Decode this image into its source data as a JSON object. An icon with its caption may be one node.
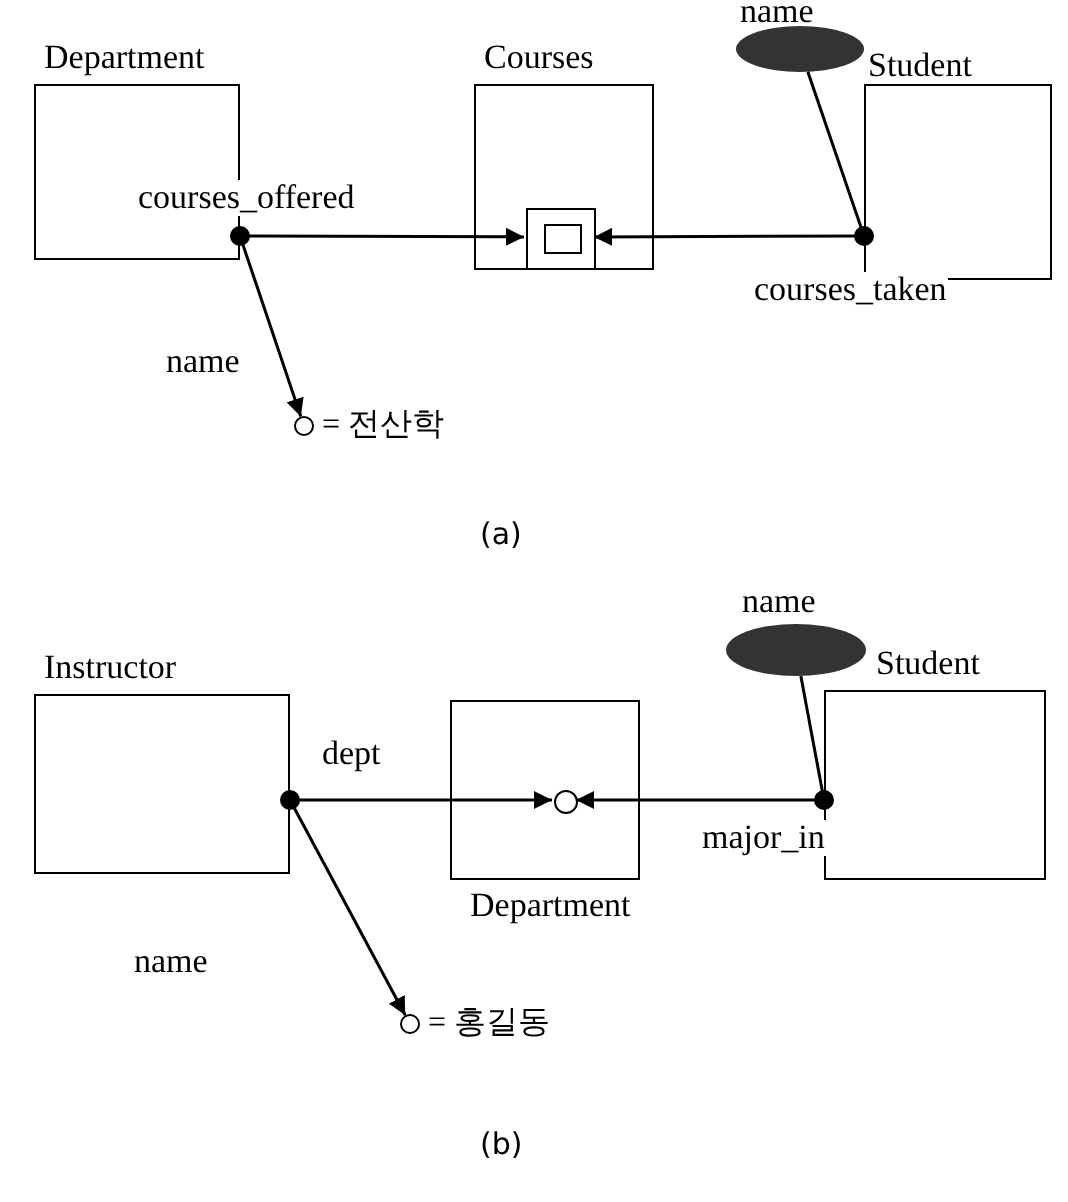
{
  "diagram": {
    "nodes": [
      {
        "text": [
          "Department"
        ]
      },
      {
        "text": [
          "Courses"
        ]
      },
      {
        "text": [],
        "shape": "box",
        "in": 1
      },
      {
        "text": [
          "name"
        ]
      },
      {
        "text": [
          "Student"
        ]
      },
      {
        "text": [],
        "shape": "circle",
        "beside": [
          "= 전산학"
        ]
      },
      {
        "text": [
          "Instructor"
        ]
      },
      {
        "text": [
          "Department"
        ]
      },
      {
        "text": [],
        "shape": "circle",
        "in": 7
      },
      {
        "text": [
          "name"
        ]
      },
      {
        "text": [
          "Student"
        ]
      },
      {
        "text": [],
        "shape": "circle",
        "beside": [
          "= 홍길동"
        ]
      }
    ],
    "edges": [
      {
        "from": 0,
        "to": 2,
        "arrow": "to",
        "label": "courses_offered"
      },
      {
        "from": 4,
        "to": 2,
        "arrow": "to",
        "label": "courses_taken"
      },
      {
        "from": 4,
        "to": 3,
        "arrow": "none"
      },
      {
        "from": 0,
        "to": 5,
        "arrow": "to",
        "label": "name"
      },
      {
        "from": 6,
        "to": 8,
        "arrow": "to",
        "label": "dept"
      },
      {
        "from": 10,
        "to": 8,
        "arrow": "to",
        "label": "major_in"
      },
      {
        "from": 10,
        "to": 9,
        "arrow": "none"
      },
      {
        "from": 6,
        "to": 11,
        "arrow": "to",
        "label": "name"
      }
    ],
    "labels": [
      "(a)",
      "(b)"
    ]
  }
}
